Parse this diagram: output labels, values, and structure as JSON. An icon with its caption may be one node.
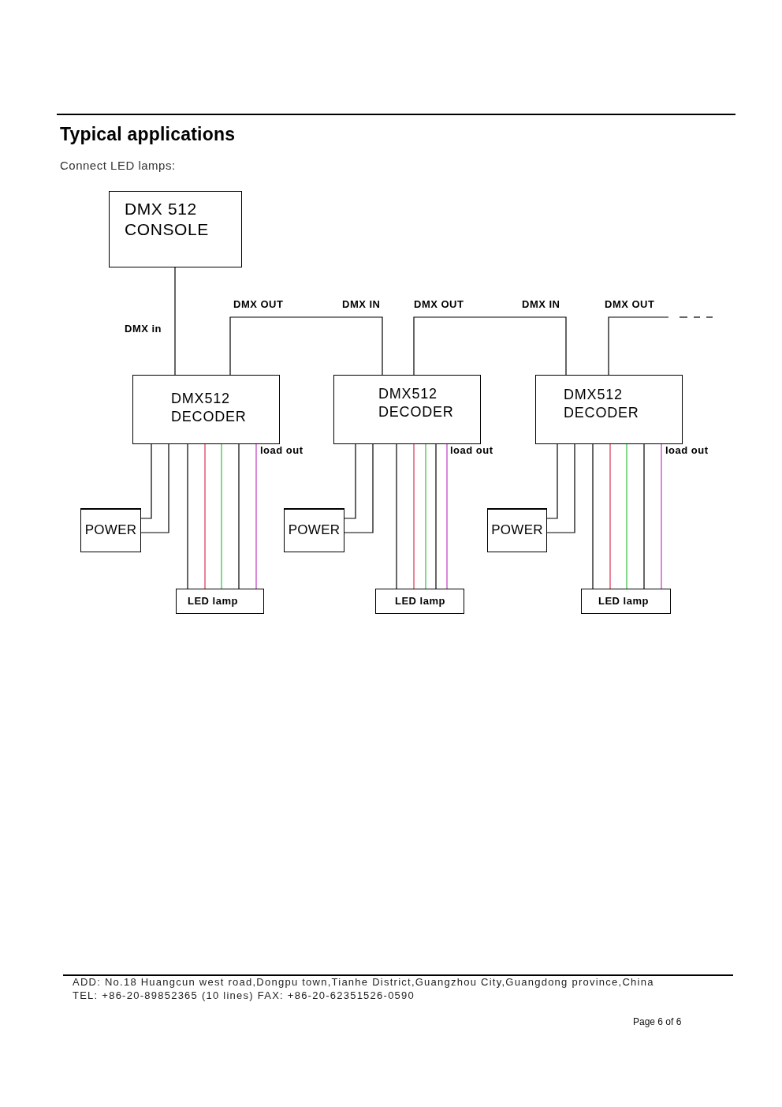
{
  "diagram": {
    "title": "Typical applications",
    "nodes": [
      {
        "text": [
          "DMX 512 CONSOLE"
        ]
      },
      {
        "text": [
          "DMX512 DECODER"
        ]
      },
      {
        "text": [
          "DMX512 DECODER"
        ]
      },
      {
        "text": [
          "DMX512 DECODER"
        ]
      },
      {
        "text": [
          "POWER"
        ]
      },
      {
        "text": [
          "POWER"
        ]
      },
      {
        "text": [
          "POWER"
        ]
      },
      {
        "text": [
          "LED lamp"
        ]
      },
      {
        "text": [
          "LED lamp"
        ]
      },
      {
        "text": [
          "LED lamp"
        ]
      }
    ],
    "edges": [
      {
        "from": 0,
        "to": 1,
        "arrow": "none"
      },
      {
        "from": 1,
        "to": 2,
        "arrow": "none"
      },
      {
        "from": 2,
        "to": 3,
        "arrow": "none"
      },
      {
        "from": 3,
        "to": null,
        "arrow": "none"
      },
      {
        "from": 1,
        "to": 4,
        "arrow": "none"
      },
      {
        "from": 1,
        "to": 4,
        "arrow": "none"
      },
      {
        "from": 1,
        "to": 7,
        "arrow": "none"
      },
      {
        "from": 1,
        "to": 7,
        "arrow": "none",
        "color": "#d8324f"
      },
      {
        "from": 1,
        "to": 7,
        "arrow": "none",
        "color": "#2fbf3f"
      },
      {
        "from": 1,
        "to": 7,
        "arrow": "none"
      },
      {
        "from": 1,
        "to": 7,
        "arrow": "none",
        "color": "#c238c2"
      },
      {
        "from": 2,
        "to": 5,
        "arrow": "none"
      },
      {
        "from": 2,
        "to": 5,
        "arrow": "none"
      },
      {
        "from": 2,
        "to": 8,
        "arrow": "none"
      },
      {
        "from": 2,
        "to": 8,
        "arrow": "none",
        "color": "#d8324f"
      },
      {
        "from": 2,
        "to": 8,
        "arrow": "none",
        "color": "#2fbf3f"
      },
      {
        "from": 2,
        "to": 8,
        "arrow": "none"
      },
      {
        "from": 2,
        "to": 8,
        "arrow": "none",
        "color": "#c238c2"
      },
      {
        "from": 3,
        "to": 6,
        "arrow": "none"
      },
      {
        "from": 3,
        "to": 6,
        "arrow": "none"
      },
      {
        "from": 3,
        "to": 9,
        "arrow": "none"
      },
      {
        "from": 3,
        "to": 9,
        "arrow": "none",
        "color": "#d8324f"
      },
      {
        "from": 3,
        "to": 9,
        "arrow": "none",
        "color": "#2fbf3f"
      },
      {
        "from": 3,
        "to": 9,
        "arrow": "none"
      },
      {
        "from": 3,
        "to": 9,
        "arrow": "none",
        "color": "#c238c2"
      }
    ],
    "labels": [
      "Connect LED lamps:",
      "DMX OUT",
      "DMX IN",
      "DMX OUT",
      "DMX IN",
      "DMX OUT",
      "DMX in",
      "load out",
      "load out",
      "load out",
      "ADD: No.18 Huangcun west road,Dongpu town,Tianhe District,Guangzhou City,Guangdong province,China",
      "TEL: +86-20-89852365 (10 lines) FAX: +86-20-62351526-0590",
      "Page 6 of 6"
    ]
  }
}
